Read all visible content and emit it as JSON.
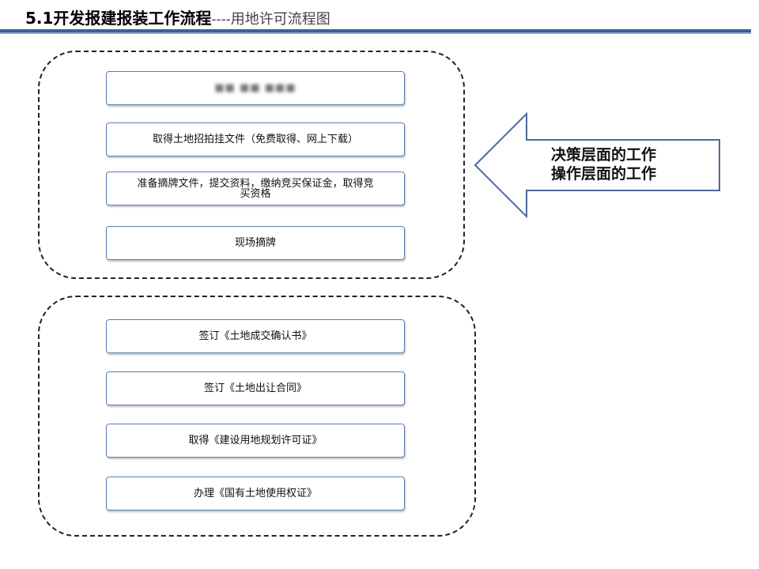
{
  "header": {
    "title_main": "5.1开发报建报装工作流程",
    "title_sub": "----用地许可流程图"
  },
  "colors": {
    "title_bar": "#3b5f9a",
    "box_border": "#5b7fb5",
    "arrow_border": "#4a6a9a",
    "dashed_border": "#222222"
  },
  "group_1": {
    "steps": [
      {
        "label": "■■ ■■ ■■■"
      },
      {
        "label": "取得土地招拍挂文件（免费取得、网上下载）"
      },
      {
        "label_line1": "准备摘牌文件，提交资料，缴纳竞买保证金，取得竞",
        "label_line2": "买资格"
      },
      {
        "label": "现场摘牌"
      }
    ]
  },
  "group_2": {
    "steps": [
      {
        "label": "签订《土地成交确认书》"
      },
      {
        "label": "签订《土地出让合同》"
      },
      {
        "label": "取得《建设用地规划许可证》"
      },
      {
        "label": "办理《国有土地使用权证》"
      }
    ]
  },
  "arrow": {
    "line1": "决策层面的工作",
    "line2": "操作层面的工作"
  }
}
